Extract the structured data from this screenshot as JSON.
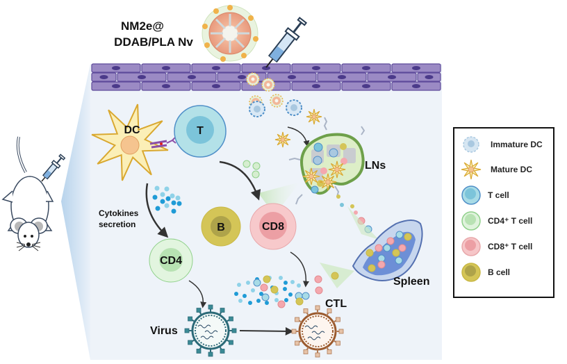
{
  "title": {
    "line1": "NM2e@",
    "line2": "DDAB/PLA Nv"
  },
  "cells": {
    "dc": "DC",
    "t": "T",
    "b": "B",
    "cd8": "CD8",
    "cd4": "CD4"
  },
  "labels": {
    "cytokines_line1": "Cytokines",
    "cytokines_line2": "secretion",
    "lns": "LNs",
    "spleen": "Spleen",
    "ctl": "CTL",
    "virus": "Virus"
  },
  "legend": {
    "items": [
      {
        "label": "Immature DC",
        "icon": "immature-dc-icon",
        "fill": "#d6e6f2",
        "stroke": "#a9c8e0",
        "core": "#a9c8e0"
      },
      {
        "label": "Mature DC",
        "icon": "mature-dc-icon",
        "fill": "#fbf0b8",
        "stroke": "#d9a830",
        "core": "#f3c48e"
      },
      {
        "label": "T cell",
        "icon": "t-cell-icon",
        "fill": "#a8dbe6",
        "stroke": "#4f8fc8",
        "core": "#7cc4da"
      },
      {
        "label": "CD4⁺ T cell",
        "icon": "cd4-cell-icon",
        "fill": "#dff3dc",
        "stroke": "#8fd08a",
        "core": "#b8e2b3"
      },
      {
        "label": "CD8⁺ T cell",
        "icon": "cd8-cell-icon",
        "fill": "#f6c6c8",
        "stroke": "#e8a7aa",
        "core": "#ec9fa4"
      },
      {
        "label": "B cell",
        "icon": "b-cell-icon",
        "fill": "#d4c557",
        "stroke": "#c9b845",
        "core": "#aea34a"
      }
    ]
  },
  "colors": {
    "panel_bg": "#eef3f9",
    "epithelium": "#9b8ac4",
    "epithelium_border": "#5e4a9a",
    "nucleus": "#4b3a8a",
    "arrow": "#333333"
  }
}
